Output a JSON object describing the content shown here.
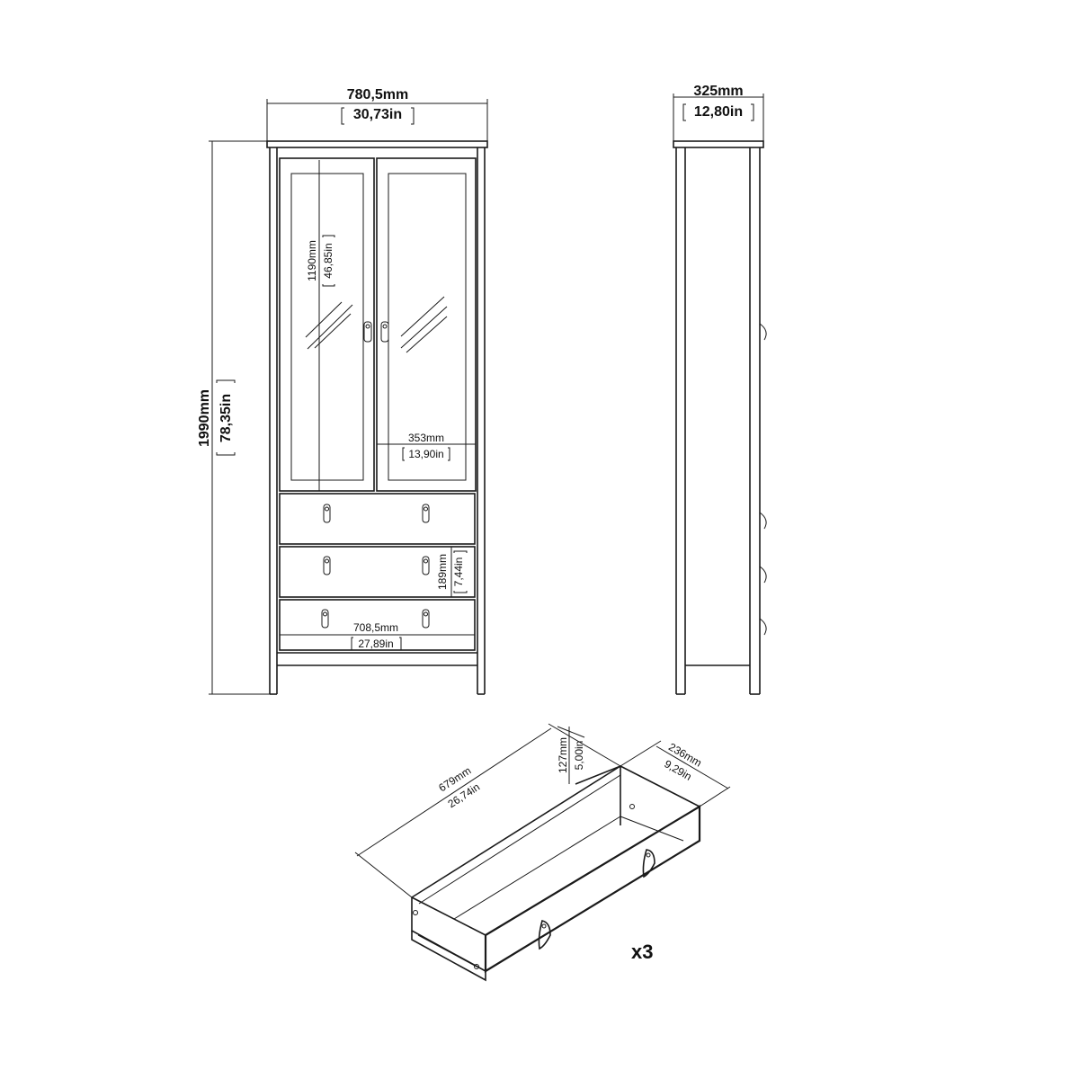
{
  "front_view": {
    "width_mm": "780,5mm",
    "width_in": "30,73in",
    "height_mm": "1990mm",
    "height_in": "78,35in",
    "glass_height_mm": "1190mm",
    "glass_height_in": "46,85in",
    "door_width_mm": "353mm",
    "door_width_in": "13,90in",
    "drawer_height_mm": "189mm",
    "drawer_height_in": "7,44in",
    "inner_width_mm": "708,5mm",
    "inner_width_in": "27,89in"
  },
  "side_view": {
    "depth_mm": "325mm",
    "depth_in": "12,80in"
  },
  "drawer": {
    "length_mm": "679mm",
    "length_in": "26,74in",
    "height_mm": "127mm",
    "height_in": "5,00in",
    "depth_mm": "236mm",
    "depth_in": "9,29in",
    "quantity": "x3"
  }
}
